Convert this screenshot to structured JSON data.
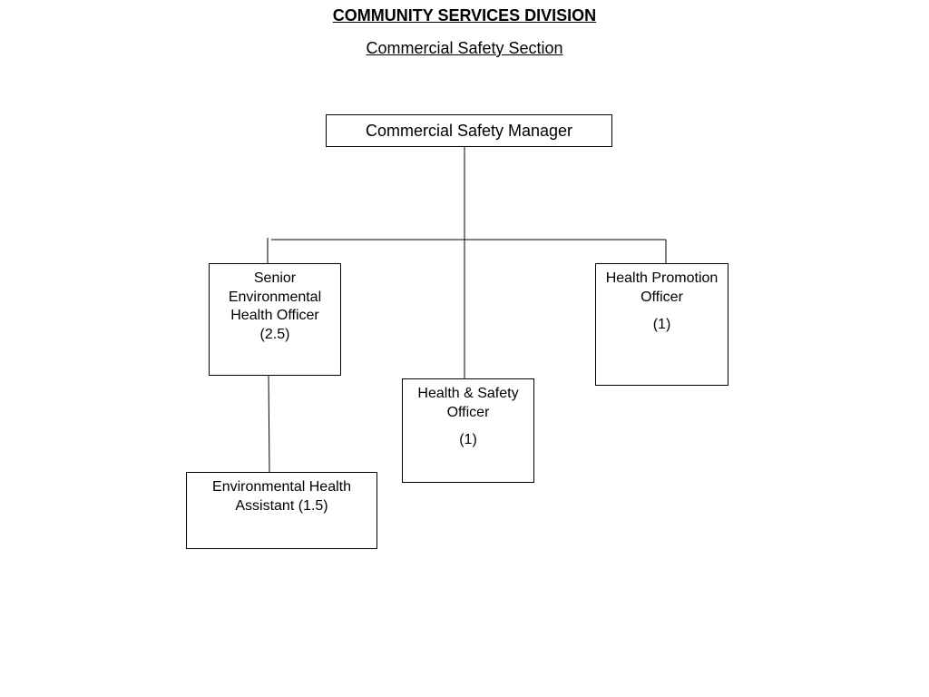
{
  "header": {
    "division": "COMMUNITY SERVICES DIVISION",
    "section": "Commercial Safety Section"
  },
  "org": {
    "manager": {
      "title": "Commercial Safety Manager"
    },
    "senior_ehs": {
      "title": "Senior Environmental Health Officer",
      "count": "(2.5)"
    },
    "health_safety": {
      "title": "Health & Safety Officer",
      "count": "(1)"
    },
    "health_promotion": {
      "title": "Health Promotion Officer",
      "count": "(1)"
    },
    "env_assistant": {
      "title": "Environmental Health Assistant (1.5)"
    }
  }
}
